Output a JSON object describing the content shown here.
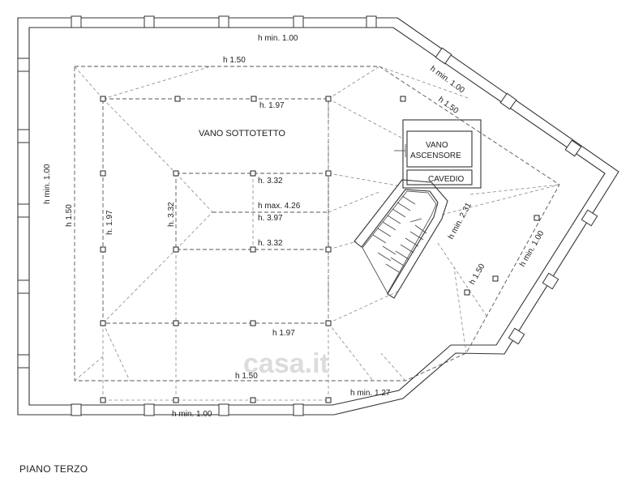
{
  "plan": {
    "caption": "PIANO TERZO",
    "rooms": {
      "attic": "VANO SOTTOTETTO",
      "lift_line1": "VANO",
      "lift_line2": "ASCENSORE",
      "shaft": "CAVEDIO"
    },
    "heights": {
      "top_wall": "h min. 1.00",
      "bottom_wall": "h min. 1.00",
      "left_wall": "h min. 1.00",
      "left_inner": "h 1.50",
      "top_inner": "h 1.50",
      "bottom_inner": "h 1.50",
      "diag_top_outer": "h min. 1.00",
      "diag_top_inner": "h 1.50",
      "diag_right_outer": "h min. 1.00",
      "diag_right_inner": "h 1.50",
      "stair_side": "h min. 2.31",
      "bottom_right": "h min. 1.27",
      "ring197_top": "h. 1.97",
      "ring197_left": "h. 1.97",
      "ring197_bottom": "h 1.97",
      "ring332_top": "h. 3.32",
      "ring332_left": "h. 3.32",
      "ring332_bottom": "h. 3.32",
      "ridge_max": "h max. 4.26",
      "ridge_397": "h. 3.97"
    },
    "watermark": "casa.it"
  }
}
